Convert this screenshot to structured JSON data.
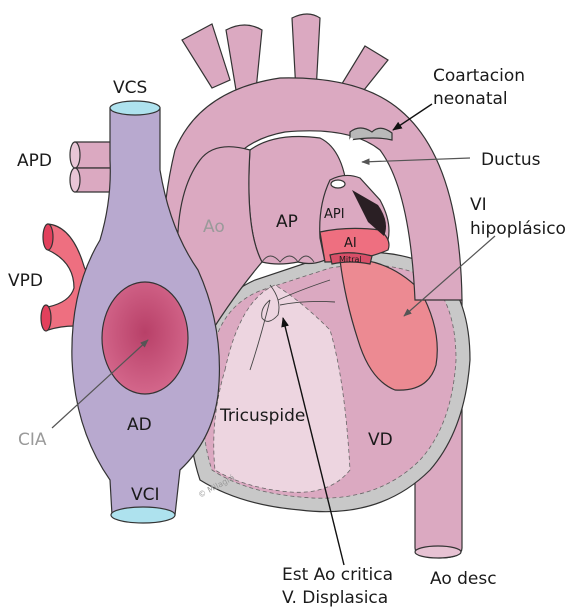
{
  "labels": {
    "coartacion": "Coartacion",
    "neonatal": "neonatal",
    "ductus": "Ductus",
    "vi": "VI",
    "hipoplasico": "hipoplásico",
    "vcs": "VCS",
    "apd": "APD",
    "vpd": "VPD",
    "ao": "Ao",
    "ap": "AP",
    "api": "API",
    "ai": "AI",
    "mitral": "Mitral",
    "ad": "AD",
    "cia": "CIA",
    "vd": "VD",
    "tricuspide": "Tricuspide",
    "vci": "VCI",
    "copyright": "© Milagrá",
    "est_ao_critica": "Est Ao critica",
    "v_displasica": "V. Displasica",
    "ao_desc": "Ao desc"
  },
  "colors": {
    "heart_pink": "#dba9c1",
    "heart_light": "#edd5e0",
    "cava_blue": "#b8a9cf",
    "vessel_cyan": "#aee2ee",
    "vein_red": "#ee6f80",
    "atrial_defect": "#c9507a",
    "vi_red": "#ec8a92",
    "pericardium_grey": "#c8c8c8",
    "label_grey": "#9a9a9a"
  }
}
